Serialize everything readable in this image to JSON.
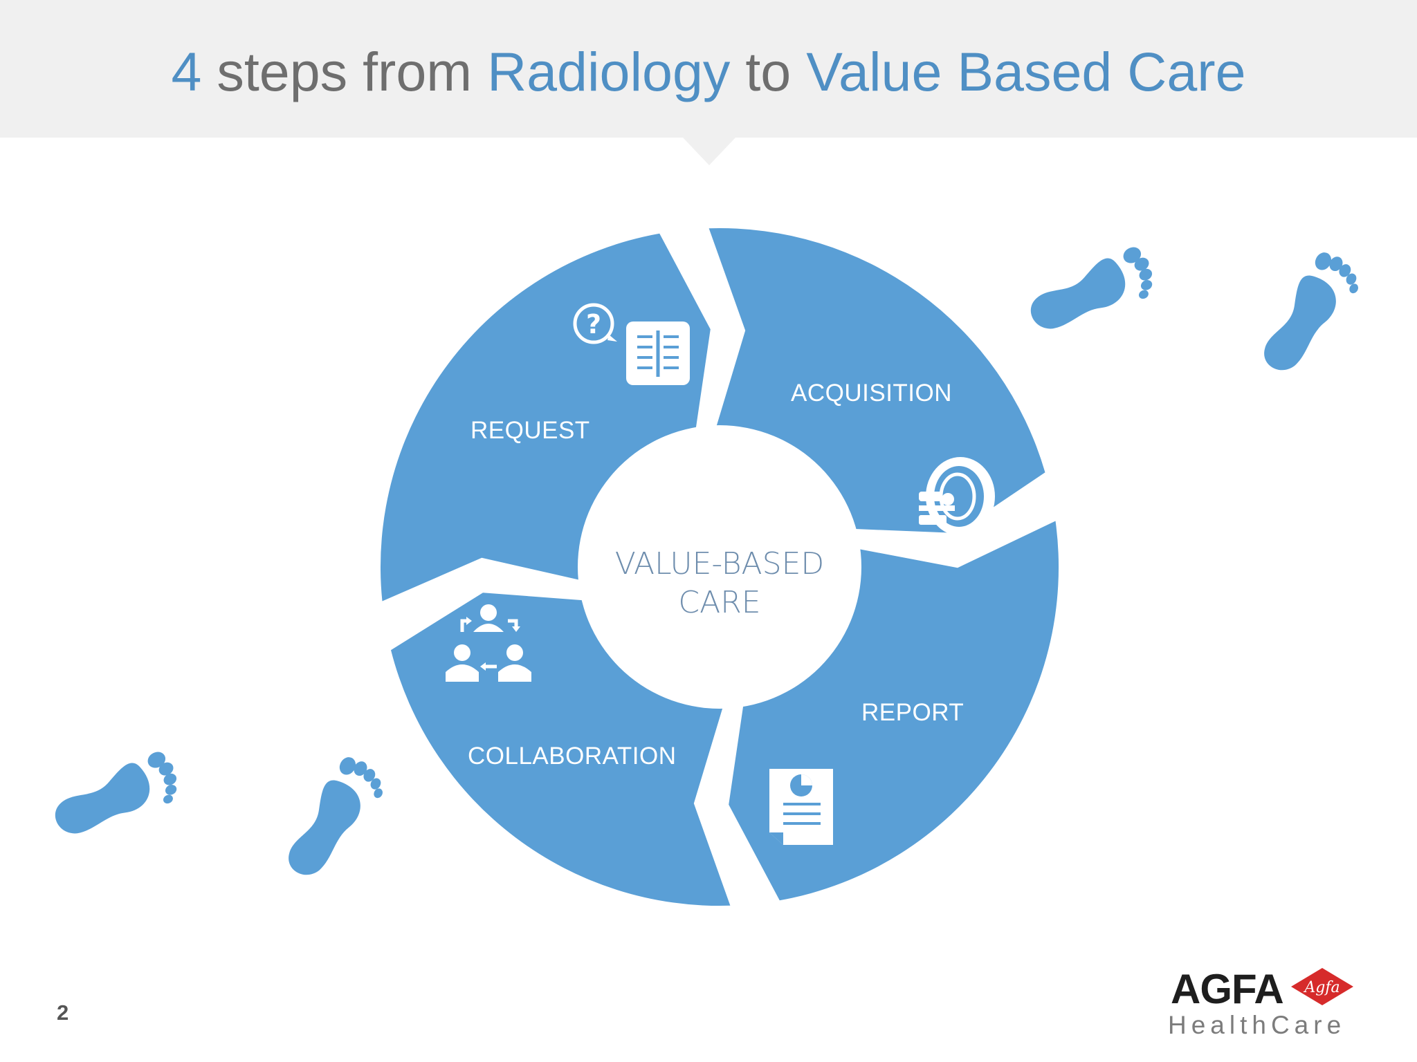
{
  "title": {
    "number": "4",
    "part1": " steps from ",
    "highlight1": "Radiology",
    "part2": " to ",
    "highlight2": "Value Based Care"
  },
  "cycle": {
    "center_line1": "VALUE-BASED",
    "center_line2": "CARE",
    "segments": [
      {
        "label": "REQUEST",
        "icons": [
          "question-bubble-icon",
          "xray-film-icon"
        ]
      },
      {
        "label": "ACQUISITION",
        "icons": [
          "ct-scanner-icon"
        ]
      },
      {
        "label": "REPORT",
        "icons": [
          "report-document-icon"
        ]
      },
      {
        "label": "COLLABORATION",
        "icons": [
          "team-exchange-icon"
        ]
      }
    ]
  },
  "footer": {
    "page_number": "2",
    "logo_word": "AGFA",
    "logo_badge": "Agfa",
    "logo_sub": "HealthCare"
  },
  "colors": {
    "segment_blue": "#5a9fd6",
    "title_band": "#f0f0f0",
    "title_highlight": "#4f8fc4",
    "title_text": "#6e6e6e",
    "center_text": "#6e8dad",
    "logo_red": "#d62b2b"
  },
  "decorations": [
    "footprints-upper-right-icon",
    "footprints-lower-left-icon"
  ]
}
